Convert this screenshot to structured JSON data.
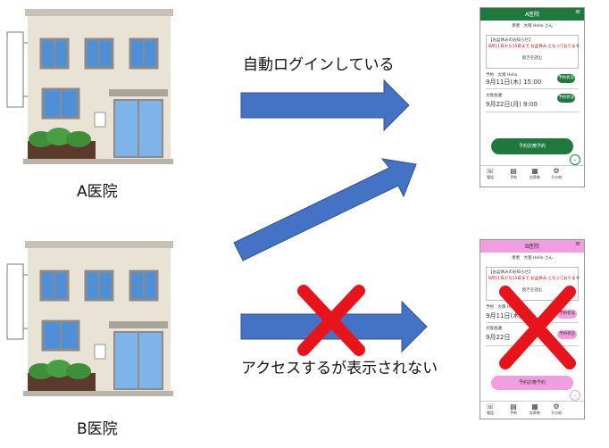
{
  "hospital_a": {
    "label": "A医院"
  },
  "hospital_b": {
    "label": "B医院"
  },
  "arrow_labels": {
    "auto_login": "自動ログインしている",
    "not_shown": "アクセスするが表示されない"
  },
  "phone_a": {
    "title": "A医院",
    "menu": "メニュー",
    "accent": "#1e7a3c",
    "user": "患者　大阪 Hello さん",
    "notice_title": "【お盆休みのお知らせ】",
    "notice_text": "8月11日から15日まで お盆休み となっております",
    "continue_link": "続きを読む",
    "appointments": [
      {
        "sub": "予約　大阪 Hello",
        "date": "9月11日(木) 15:00",
        "button": "予約状況"
      },
      {
        "sub": "大阪会議",
        "date": "9月22日(月) 9:00",
        "button": "予約状況"
      }
    ],
    "big_button": "予約診療予約",
    "nav": [
      "電話",
      "予約",
      "診察券",
      "その他"
    ]
  },
  "phone_b": {
    "title": "B医院",
    "menu": "メニュー",
    "accent": "#f29de0",
    "user": "患者　大阪 Hello さん",
    "notice_title": "【お盆休みのお知らせ】",
    "notice_text": "8月11日から15日まで お盆休み となっております",
    "continue_link": "続きを読む",
    "appointments": [
      {
        "sub": "予約　大阪 Hello",
        "date": "9月11日(木)",
        "button": "予約状況"
      },
      {
        "sub": "大阪会議",
        "date": "9月22日",
        "button": "予約状況"
      }
    ],
    "big_button": "予約診療予約",
    "nav": [
      "電話",
      "予約",
      "診察券",
      "その他"
    ]
  },
  "colors": {
    "arrow": "#4472c4",
    "arrow_stroke": "#2f528f",
    "cross": "#e8141c"
  }
}
